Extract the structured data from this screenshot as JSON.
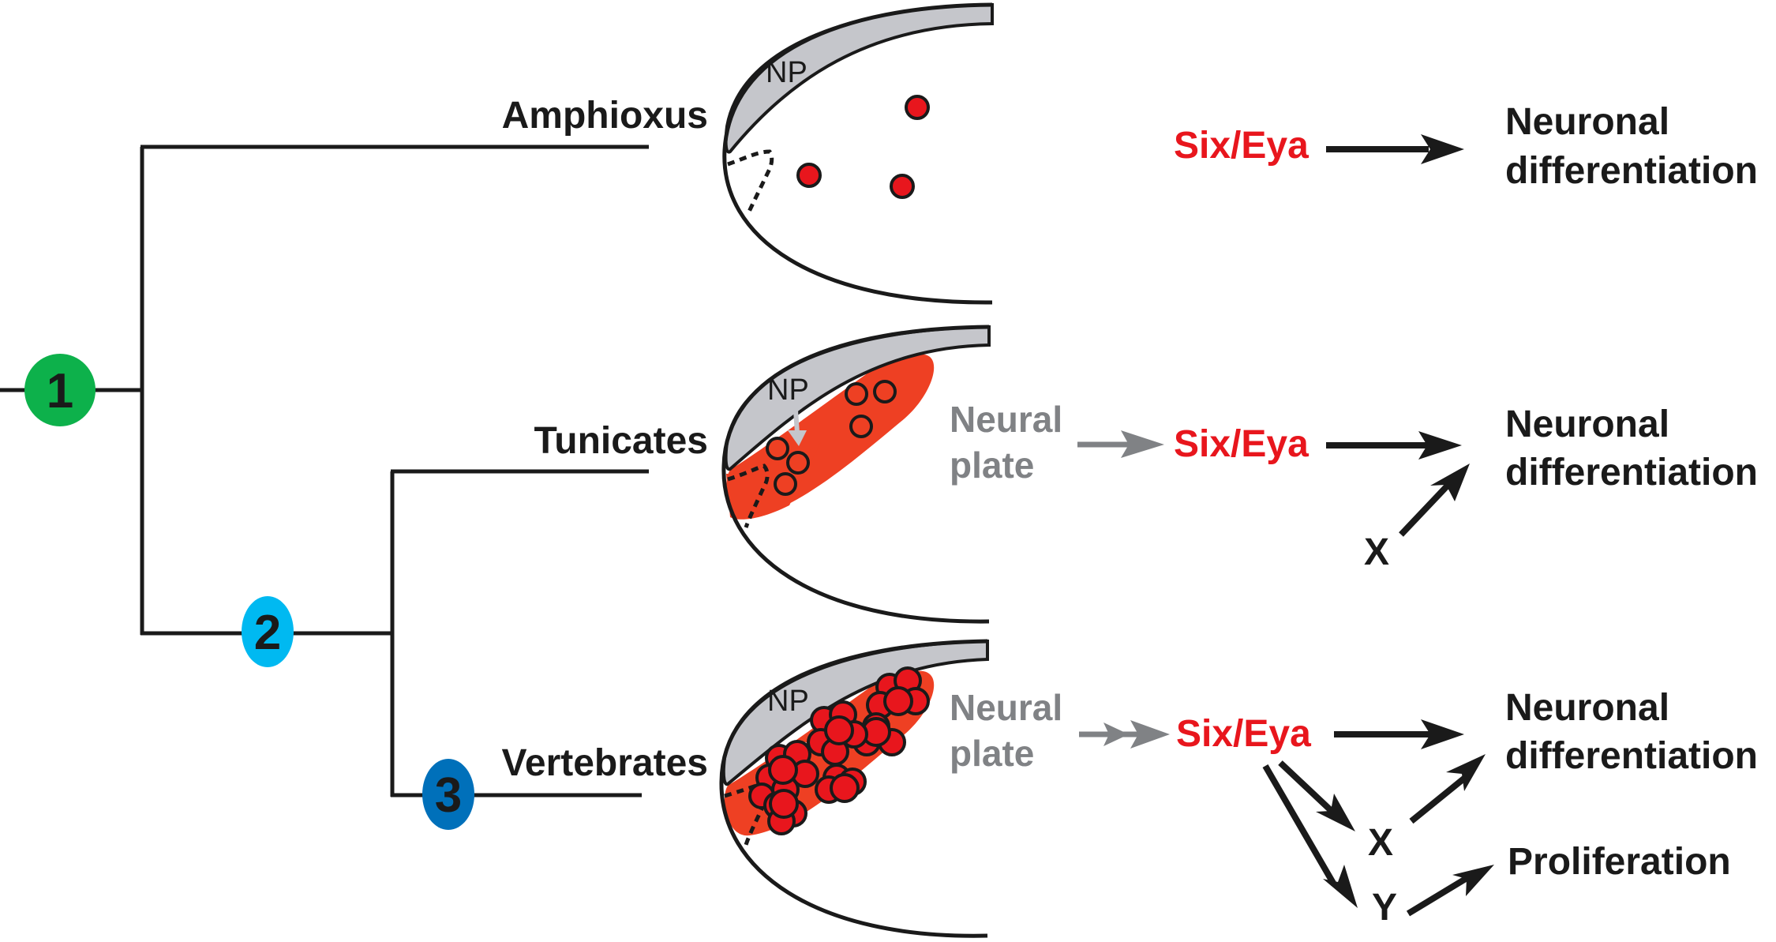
{
  "figure": {
    "taxa": [
      {
        "name": "Amphioxus"
      },
      {
        "name": "Tunicates"
      },
      {
        "name": "Vertebrates"
      }
    ],
    "nodes": [
      {
        "label": "1",
        "color": "#0db14b"
      },
      {
        "label": "2",
        "color": "#00b9f1"
      },
      {
        "label": "3",
        "color": "#0070ba"
      }
    ],
    "embryo_label": "NP",
    "rows": [
      {
        "taxon": "Amphioxus",
        "input": null,
        "regulator": "Six/Eya",
        "outputs": [
          "Neuronal",
          "differentiation"
        ]
      },
      {
        "taxon": "Tunicates",
        "input": [
          "Neural",
          "plate"
        ],
        "regulator": "Six/Eya",
        "outputs": [
          "Neuronal",
          "differentiation"
        ],
        "cofactor": "X"
      },
      {
        "taxon": "Vertebrates",
        "input": [
          "Neural",
          "plate"
        ],
        "regulator": "Six/Eya",
        "outputs": [
          "Neuronal",
          "differentiation"
        ],
        "intermediates": [
          "X",
          "Y"
        ],
        "second_output": "Proliferation"
      }
    ],
    "colors": {
      "regulator": "#e8161d",
      "neural_plate_text": "#808285",
      "expression_domain": "#ee4023",
      "np_band": "#c5c6cb",
      "text": "#1a1a1a"
    }
  }
}
